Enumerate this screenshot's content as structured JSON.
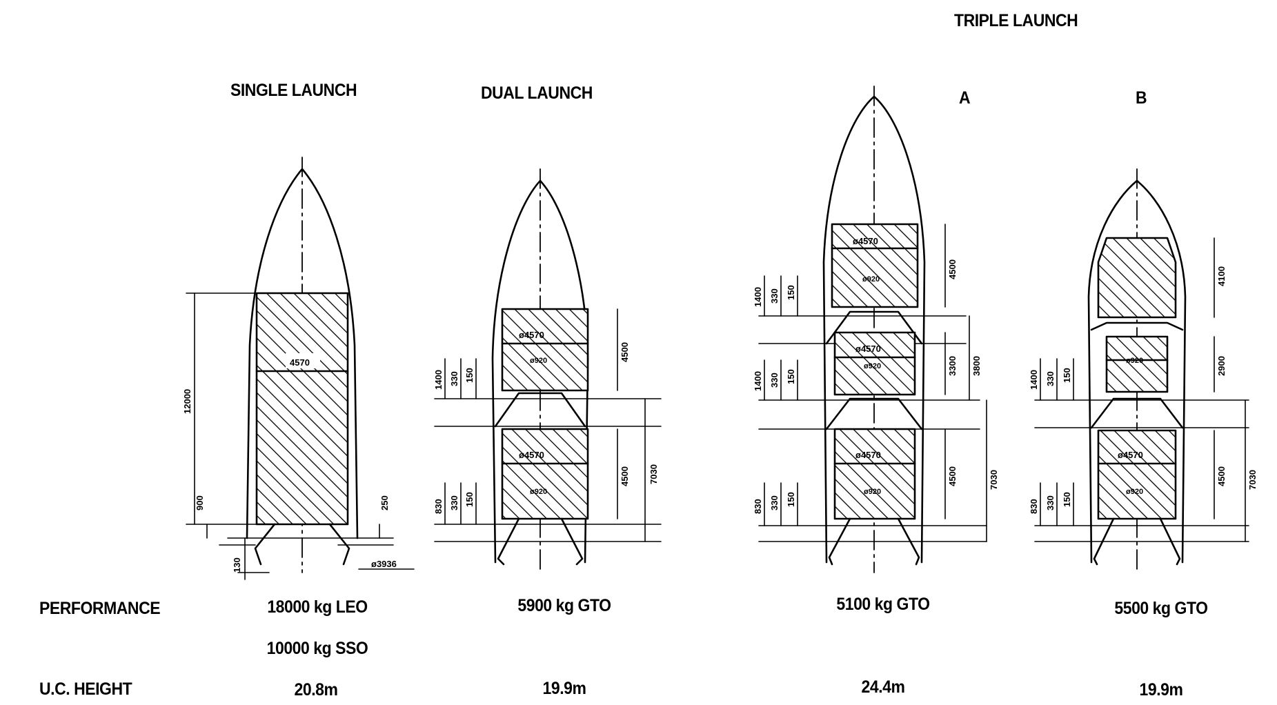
{
  "headings": {
    "single": "SINGLE LAUNCH",
    "dual": "DUAL LAUNCH",
    "triple": "TRIPLE LAUNCH",
    "triple_a": "A",
    "triple_b": "B"
  },
  "row_labels": {
    "performance": "PERFORMANCE",
    "height": "U.C. HEIGHT"
  },
  "performance": {
    "single_1": "18000 kg LEO",
    "single_2": "10000 kg SSO",
    "dual": "5900 kg GTO",
    "triple_a": "5100 kg GTO",
    "triple_b": "5500 kg GTO"
  },
  "heights": {
    "single": "20.8m",
    "dual": "19.9m",
    "triple_a": "24.4m",
    "triple_b": "19.9m"
  },
  "dims": {
    "d4570": "4570",
    "d_phi4570": "ø4570",
    "d_phi920": "ø920",
    "d_phi3936": "ø3936",
    "d12000": "12000",
    "d900": "900",
    "d250": "250",
    "d130": "130",
    "d1400": "1400",
    "d330": "330",
    "d150": "150",
    "d830": "830",
    "d4500": "4500",
    "d7030": "7030",
    "d3300": "3300",
    "d3800": "3800",
    "d4100": "4100",
    "d2900": "2900"
  }
}
